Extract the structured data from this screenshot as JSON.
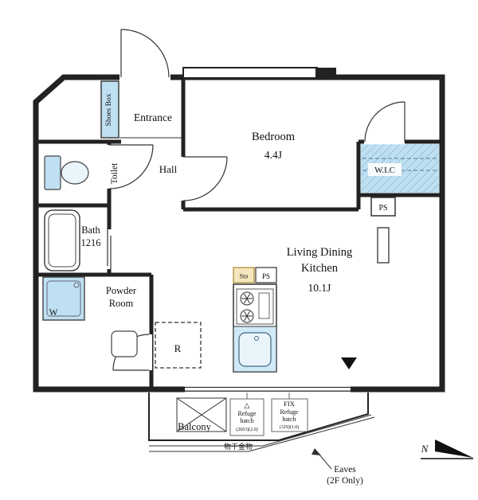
{
  "page": {
    "background": "#ffffff"
  },
  "colors": {
    "wall": "#222222",
    "thin_line": "#333333",
    "wet_area": "#bfe0f2",
    "wet_area_light": "#cfe9f6",
    "fixture_fill": "#eaf5fb",
    "sto_fill": "#f5e7bd",
    "marker_black": "#111111"
  },
  "rooms": {
    "entrance": {
      "label": "Entrance"
    },
    "shoes_box": {
      "label": "Shoes Box"
    },
    "toilet": {
      "label": "Toilet"
    },
    "hall": {
      "label": "Hall"
    },
    "bath": {
      "name": "Bath",
      "size": "1216"
    },
    "powder_room": {
      "line1": "Powder",
      "line2": "Room"
    },
    "washer": {
      "label": "W"
    },
    "bedroom": {
      "name": "Bedroom",
      "size": "4.4J"
    },
    "wic": {
      "label": "W.I.C"
    },
    "ldk": {
      "line1": "Living Dining",
      "line2": "Kitchen",
      "size": "10.1J"
    },
    "balcony": {
      "label": "Balcony"
    }
  },
  "boxes": {
    "ps_right": {
      "label": "PS"
    },
    "ps_kitchen": {
      "label": "PS"
    },
    "sto": {
      "label": "Sto"
    },
    "fridge": {
      "label": "R"
    }
  },
  "annotations": {
    "refuge_hatch_left": {
      "symbol": "△",
      "line1": "Refuge",
      "line2": "hatch",
      "line3": "(2663)(2.0)"
    },
    "refuge_hatch_right": {
      "line0": "FIX",
      "line1": "Refuge",
      "line2": "hatch",
      "line3": "(329)(1.0)"
    },
    "laundry_hardware": {
      "label": "物干金物"
    },
    "eaves": {
      "line1": "Eaves",
      "line2": "(2F Only)"
    },
    "north": {
      "label": "N"
    }
  }
}
